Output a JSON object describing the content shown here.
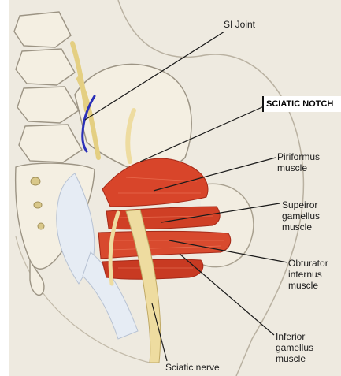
{
  "labels": {
    "si_joint": "SI Joint",
    "sciatic_notch": "SCIATIC NOTCH",
    "piriformus": "Piriformus\nmuscle",
    "superior_gamellus": "Supeiror\ngamellus\nmuscle",
    "obturator": "Obturator\ninternus\nmuscle",
    "inferior_gamellus": "Inferior\ngamellus\nmuscle",
    "sciatic_nerve": "Sciatic nerve"
  },
  "colors": {
    "background": "#eeeae0",
    "bone": "#f4efe2",
    "bone_outline": "#9c9484",
    "muscle": "#d8452a",
    "muscle_dark": "#a52a18",
    "ligament": "#e6ecf4",
    "nerve": "#eedca0",
    "si_joint_line": "#2a2fb8",
    "leader_line": "#1a1a1a"
  }
}
